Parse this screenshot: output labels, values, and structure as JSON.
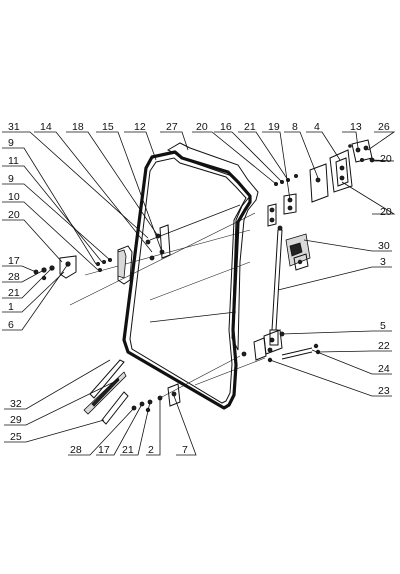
{
  "diagram": {
    "callouts": [
      {
        "id": "c-31-l",
        "text": "31"
      },
      {
        "id": "c-14",
        "text": "14"
      },
      {
        "id": "c-18",
        "text": "18"
      },
      {
        "id": "c-15",
        "text": "15"
      },
      {
        "id": "c-12",
        "text": "12"
      },
      {
        "id": "c-27",
        "text": "27"
      },
      {
        "id": "c-20-top",
        "text": "20"
      },
      {
        "id": "c-16",
        "text": "16"
      },
      {
        "id": "c-21-top",
        "text": "21"
      },
      {
        "id": "c-19",
        "text": "19"
      },
      {
        "id": "c-8",
        "text": "8"
      },
      {
        "id": "c-4",
        "text": "4"
      },
      {
        "id": "c-13",
        "text": "13"
      },
      {
        "id": "c-26",
        "text": "26"
      },
      {
        "id": "c-20-r1",
        "text": "20"
      },
      {
        "id": "c-20-r2",
        "text": "20"
      },
      {
        "id": "c-9-a",
        "text": "9"
      },
      {
        "id": "c-11",
        "text": "11"
      },
      {
        "id": "c-9-b",
        "text": "9"
      },
      {
        "id": "c-10",
        "text": "10"
      },
      {
        "id": "c-20-l",
        "text": "20"
      },
      {
        "id": "c-17-l",
        "text": "17"
      },
      {
        "id": "c-28-l",
        "text": "28"
      },
      {
        "id": "c-21-l",
        "text": "21"
      },
      {
        "id": "c-1",
        "text": "1"
      },
      {
        "id": "c-6",
        "text": "6"
      },
      {
        "id": "c-30",
        "text": "30"
      },
      {
        "id": "c-3",
        "text": "3"
      },
      {
        "id": "c-5",
        "text": "5"
      },
      {
        "id": "c-22",
        "text": "22"
      },
      {
        "id": "c-24",
        "text": "24"
      },
      {
        "id": "c-23",
        "text": "23"
      },
      {
        "id": "c-32",
        "text": "32"
      },
      {
        "id": "c-29",
        "text": "29"
      },
      {
        "id": "c-25",
        "text": "25"
      },
      {
        "id": "c-28-b",
        "text": "28"
      },
      {
        "id": "c-17-b",
        "text": "17"
      },
      {
        "id": "c-21-b",
        "text": "21"
      },
      {
        "id": "c-2",
        "text": "2"
      },
      {
        "id": "c-7",
        "text": "7"
      }
    ]
  }
}
